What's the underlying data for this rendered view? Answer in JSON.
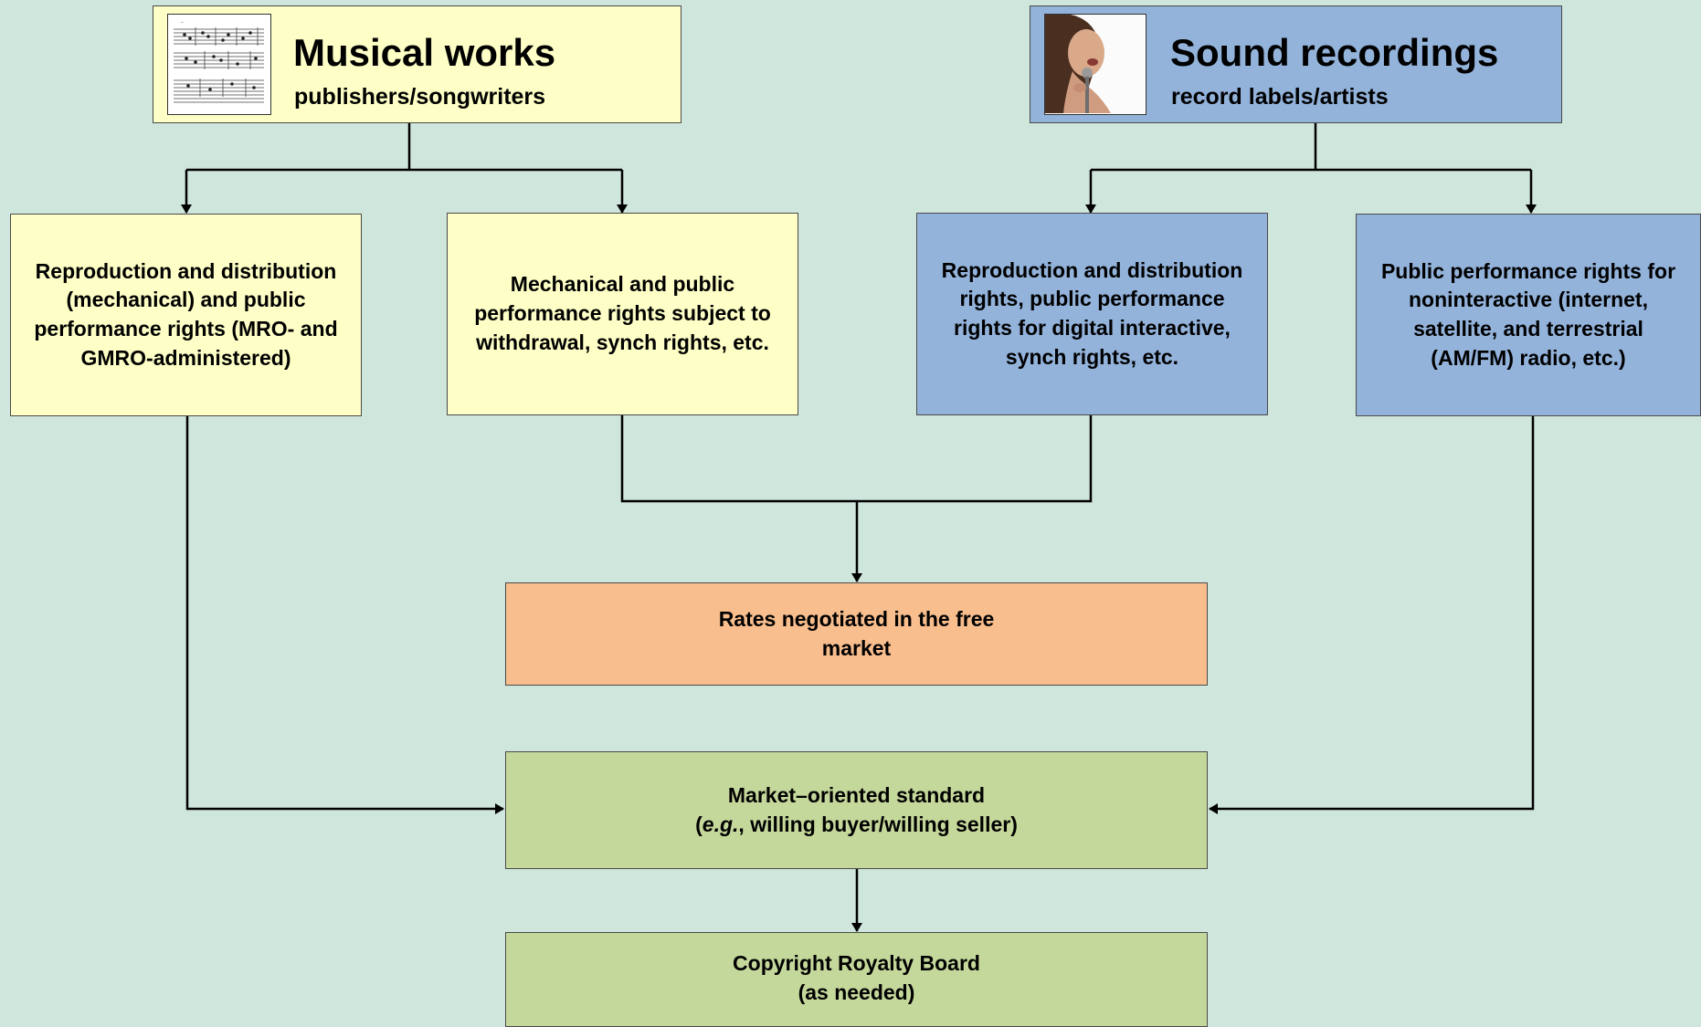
{
  "headers": {
    "musical": {
      "title": "Musical works",
      "subtitle": "publishers/songwriters",
      "image_icon": "sheet-music-image",
      "color": "#feffc6"
    },
    "sound": {
      "title": "Sound recordings",
      "subtitle": "record labels/artists",
      "image_icon": "singer-photo-image",
      "color": "#93b3db"
    }
  },
  "rights": {
    "mro": "Reproduction and distribution (mechanical) and public performance rights (MRO- and GMRO-administered)",
    "mechanical_withdrawal": "Mechanical and public performance rights subject to withdrawal, synch rights, etc.",
    "digital_interactive": "Reproduction and distribution rights, public performance rights for digital interactive, synch rights, etc.",
    "noninteractive": "Public performance rights for noninteractive (internet, satellite, and terrestrial (AM/FM) radio, etc.)"
  },
  "outcomes": {
    "free_market": "Rates negotiated in the free market",
    "standard": {
      "line1": "Market–oriented standard",
      "line2_open": "(",
      "line2_italic": "e.g.",
      "line2_rest": ", willing buyer/willing seller)"
    },
    "crb": {
      "line1": "Copyright Royalty Board",
      "line2": "(as needed)"
    }
  },
  "colors": {
    "background": "#cfe6dc",
    "yellow": "#feffc6",
    "blue": "#93b3db",
    "orange": "#f9be8e",
    "green": "#c5d89b",
    "connector": "#000000"
  }
}
